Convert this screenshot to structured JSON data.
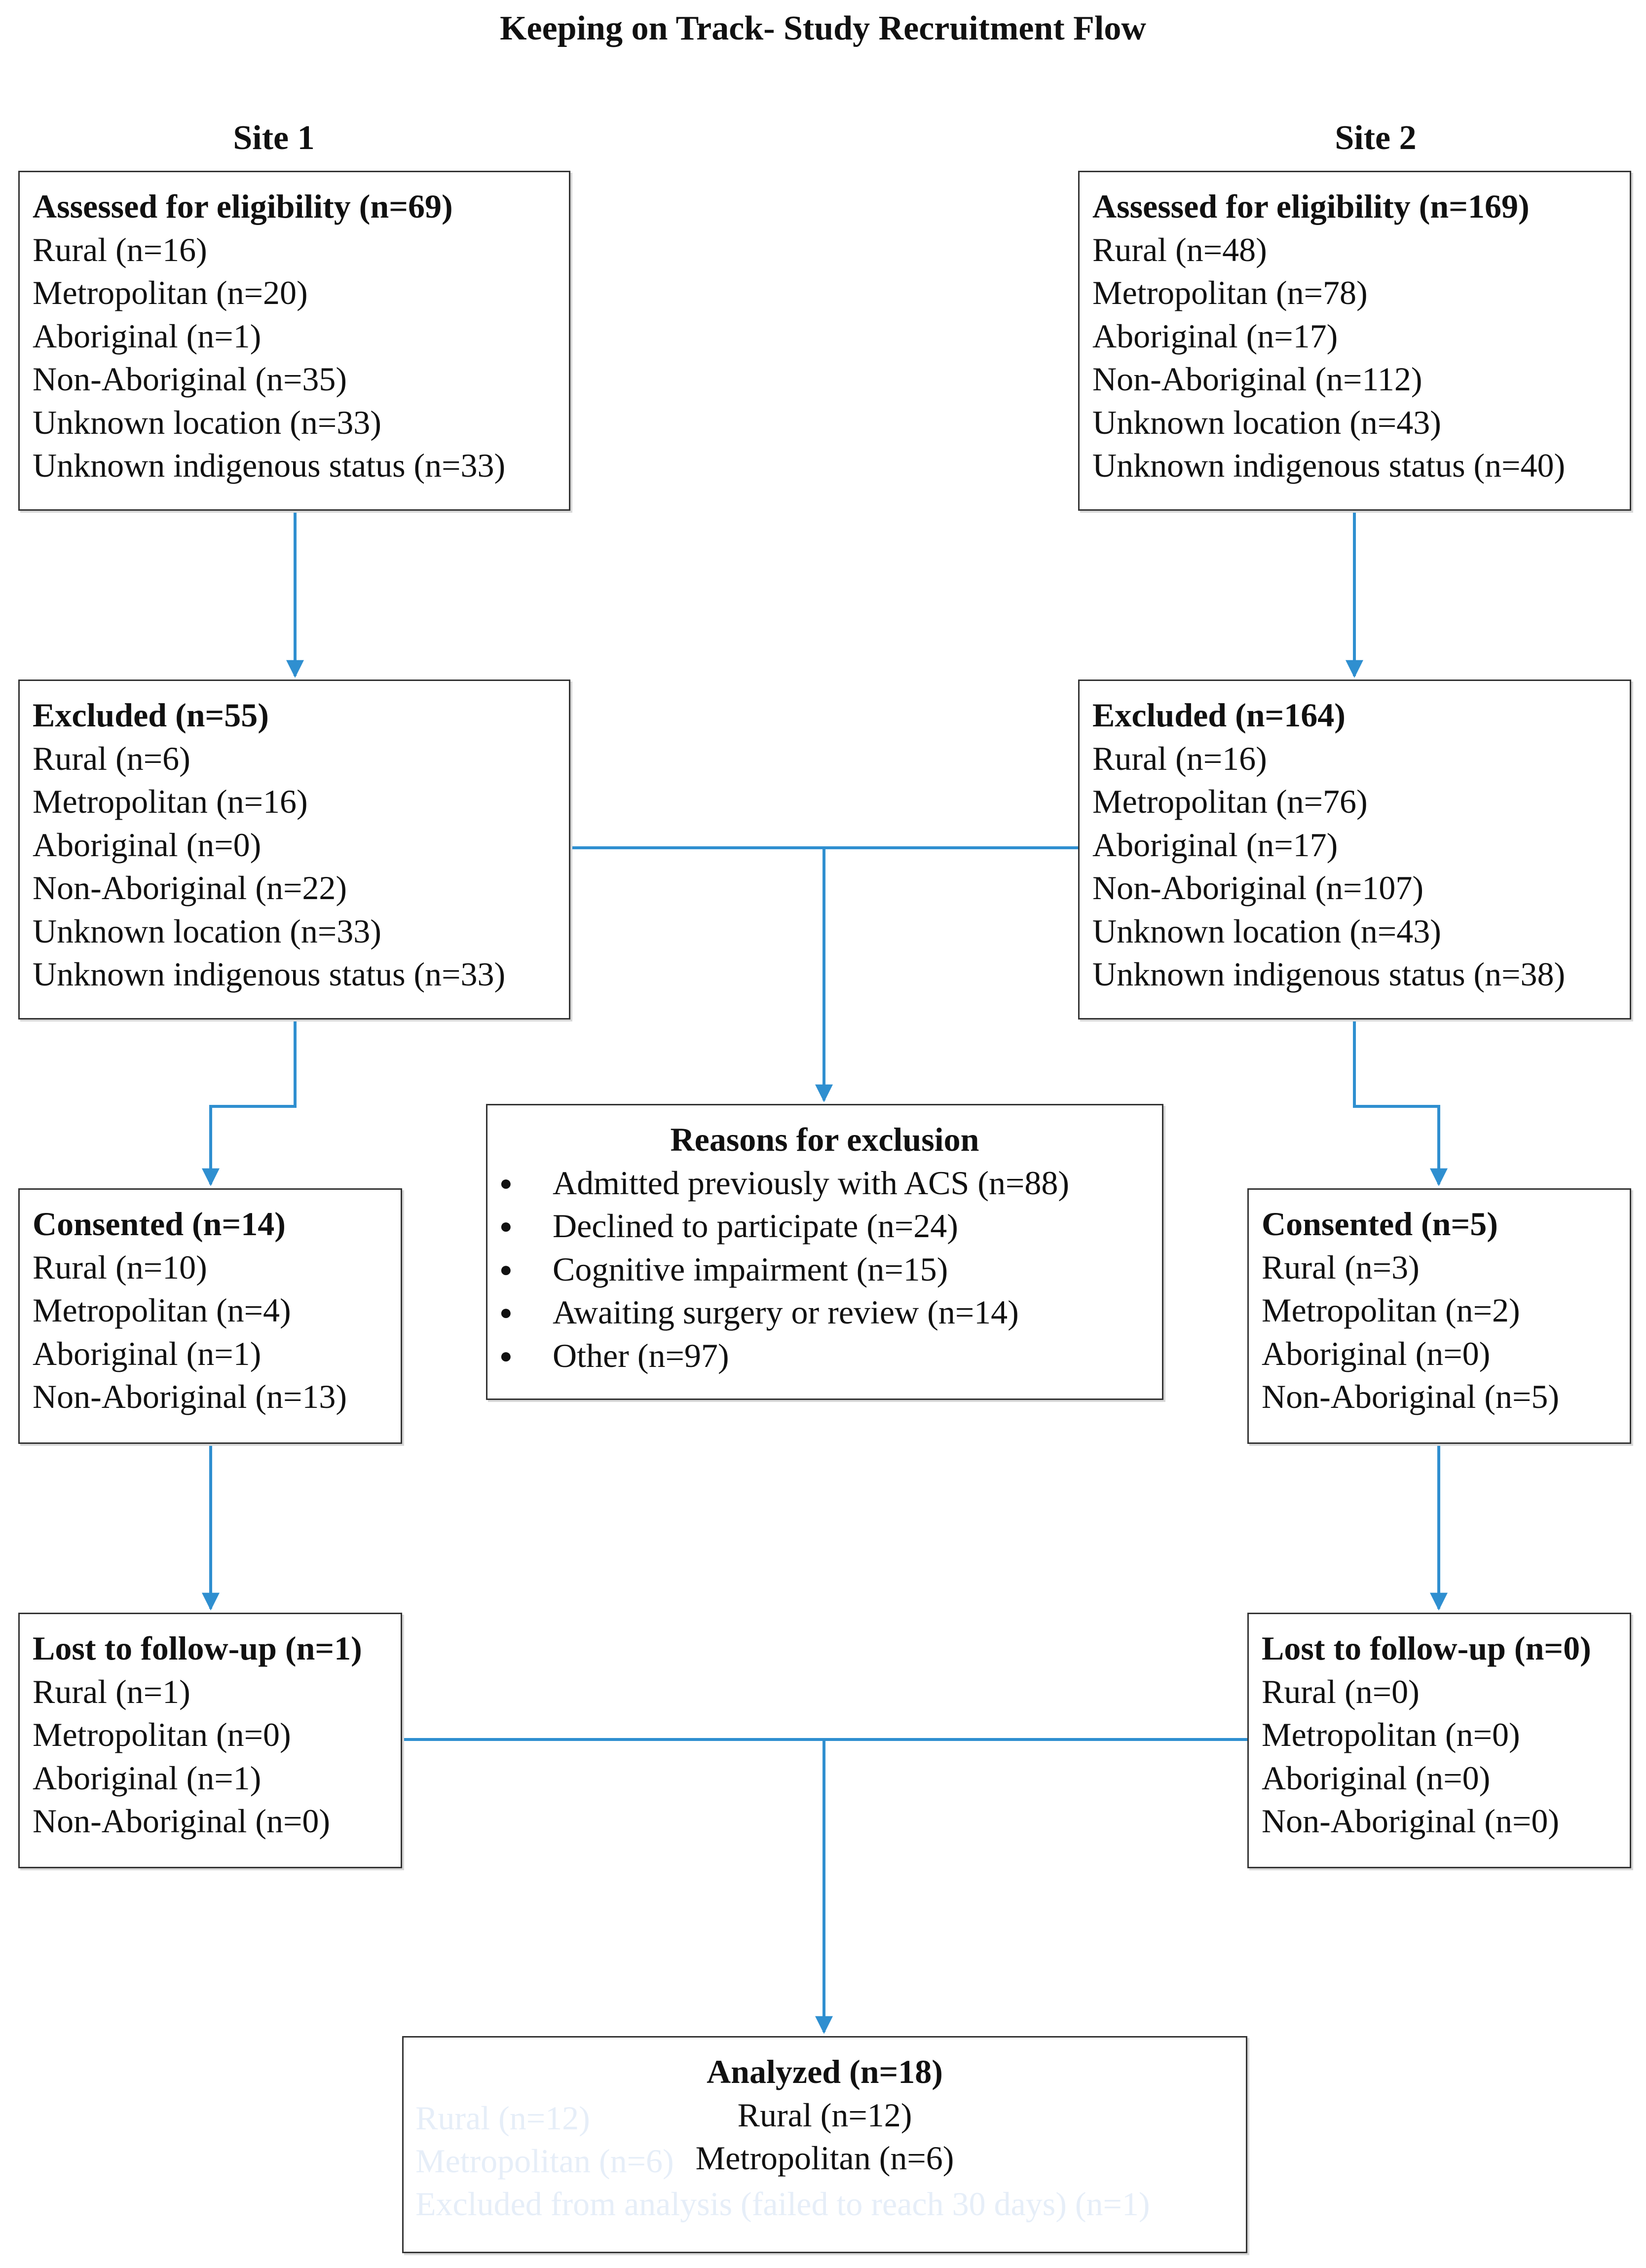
{
  "title": "Keeping on Track- Study Recruitment Flow",
  "sites": {
    "site1": "Site 1",
    "site2": "Site 2"
  },
  "site1": {
    "assessed": {
      "heading": "Assessed for eligibility (n=69)",
      "lines": [
        "Rural (n=16)",
        "Metropolitan (n=20)",
        "Aboriginal (n=1)",
        "Non-Aboriginal (n=35)",
        "Unknown location (n=33)",
        "Unknown indigenous status (n=33)"
      ]
    },
    "excluded": {
      "heading": "Excluded (n=55)",
      "lines": [
        "Rural (n=6)",
        "Metropolitan (n=16)",
        "Aboriginal (n=0)",
        "Non-Aboriginal (n=22)",
        "Unknown location (n=33)",
        "Unknown indigenous status (n=33)"
      ]
    },
    "consented": {
      "heading": "Consented (n=14)",
      "lines": [
        "Rural (n=10)",
        "Metropolitan (n=4)",
        "Aboriginal (n=1)",
        "Non-Aboriginal (n=13)"
      ]
    },
    "lost": {
      "heading": "Lost to follow-up (n=1)",
      "lines": [
        "Rural (n=1)",
        "Metropolitan (n=0)",
        "Aboriginal (n=1)",
        "Non-Aboriginal (n=0)"
      ]
    }
  },
  "site2": {
    "assessed": {
      "heading": "Assessed for eligibility (n=169)",
      "lines": [
        "Rural (n=48)",
        "Metropolitan (n=78)",
        "Aboriginal (n=17)",
        "Non-Aboriginal (n=112)",
        "Unknown location (n=43)",
        "Unknown indigenous status (n=40)"
      ]
    },
    "excluded": {
      "heading": "Excluded (n=164)",
      "lines": [
        "Rural (n=16)",
        "Metropolitan (n=76)",
        "Aboriginal (n=17)",
        "Non-Aboriginal (n=107)",
        "Unknown location (n=43)",
        "Unknown indigenous status (n=38)"
      ]
    },
    "consented": {
      "heading": "Consented (n=5)",
      "lines": [
        "Rural (n=3)",
        "Metropolitan (n=2)",
        "Aboriginal (n=0)",
        "Non-Aboriginal (n=5)"
      ]
    },
    "lost": {
      "heading": "Lost to follow-up (n=0)",
      "lines": [
        "Rural (n=0)",
        "Metropolitan (n=0)",
        "Aboriginal (n=0)",
        "Non-Aboriginal (n=0)"
      ]
    }
  },
  "reasons": {
    "heading": "Reasons for exclusion",
    "items": [
      "Admitted previously with ACS (n=88)",
      "Declined to participate (n=24)",
      "Cognitive impairment (n=15)",
      "Awaiting surgery or review (n=14)",
      "Other (n=97)"
    ]
  },
  "analyzed": {
    "heading": "Analyzed (n=18)",
    "lines": [
      "Rural (n=12)",
      "Metropolitan (n=6)"
    ],
    "ghost_lines": [
      "Rural (n=12)",
      "Metropolitan (n=6)",
      "Excluded from analysis (failed to reach 30 days) (n=1)"
    ]
  },
  "colors": {
    "connector": "#2f8fd0",
    "border": "#333333"
  }
}
